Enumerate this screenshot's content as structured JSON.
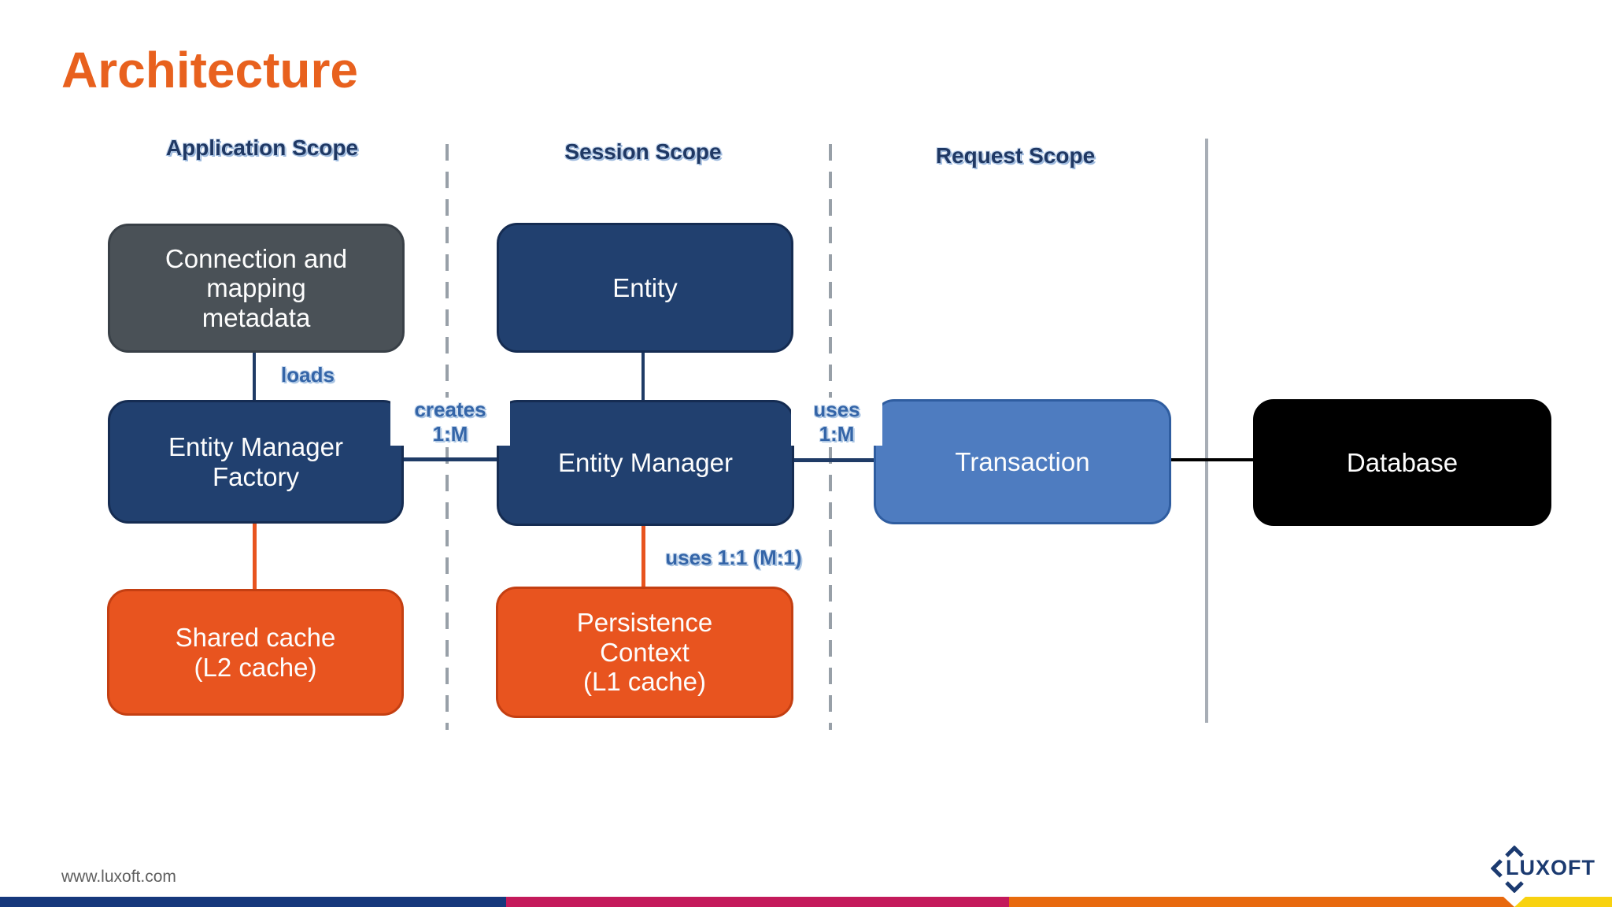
{
  "slide": {
    "title": "Architecture",
    "footer_url": "www.luxoft.com"
  },
  "scopes": [
    {
      "label": "Application Scope"
    },
    {
      "label": "Session Scope"
    },
    {
      "label": "Request Scope"
    }
  ],
  "nodes": {
    "connection_metadata": {
      "lines": [
        "Connection and",
        "mapping",
        "metadata"
      ]
    },
    "entity": {
      "label": "Entity"
    },
    "entity_manager_factory": {
      "lines": [
        "Entity Manager",
        "Factory"
      ]
    },
    "entity_manager": {
      "label": "Entity Manager"
    },
    "transaction": {
      "label": "Transaction"
    },
    "database": {
      "label": "Database"
    },
    "shared_cache": {
      "lines": [
        "Shared cache",
        "(L2 cache)"
      ]
    },
    "persistence_context": {
      "lines": [
        "Persistence",
        "Context",
        "(L1 cache)"
      ]
    }
  },
  "edges": {
    "loads": "loads",
    "creates": {
      "lines": [
        "creates",
        "1:M"
      ]
    },
    "uses": {
      "lines": [
        "uses",
        "1:M"
      ]
    },
    "uses_persistence": "uses 1:1 (M:1)"
  },
  "logo": {
    "text": "LUXOFT"
  },
  "colors": {
    "title_orange": "#E8611E",
    "scope_label_navy": "#1F3864",
    "box_gray": "#4A5157",
    "box_navy": "#21406F",
    "box_blue": "#4E7CC0",
    "box_black": "#000000",
    "box_orange": "#E8541F",
    "edge_label_blue": "#3465A8",
    "bar_navy": "#16387C",
    "bar_crimson": "#C41A5B",
    "bar_orange": "#E8690E",
    "bar_yellow": "#F8D210"
  }
}
